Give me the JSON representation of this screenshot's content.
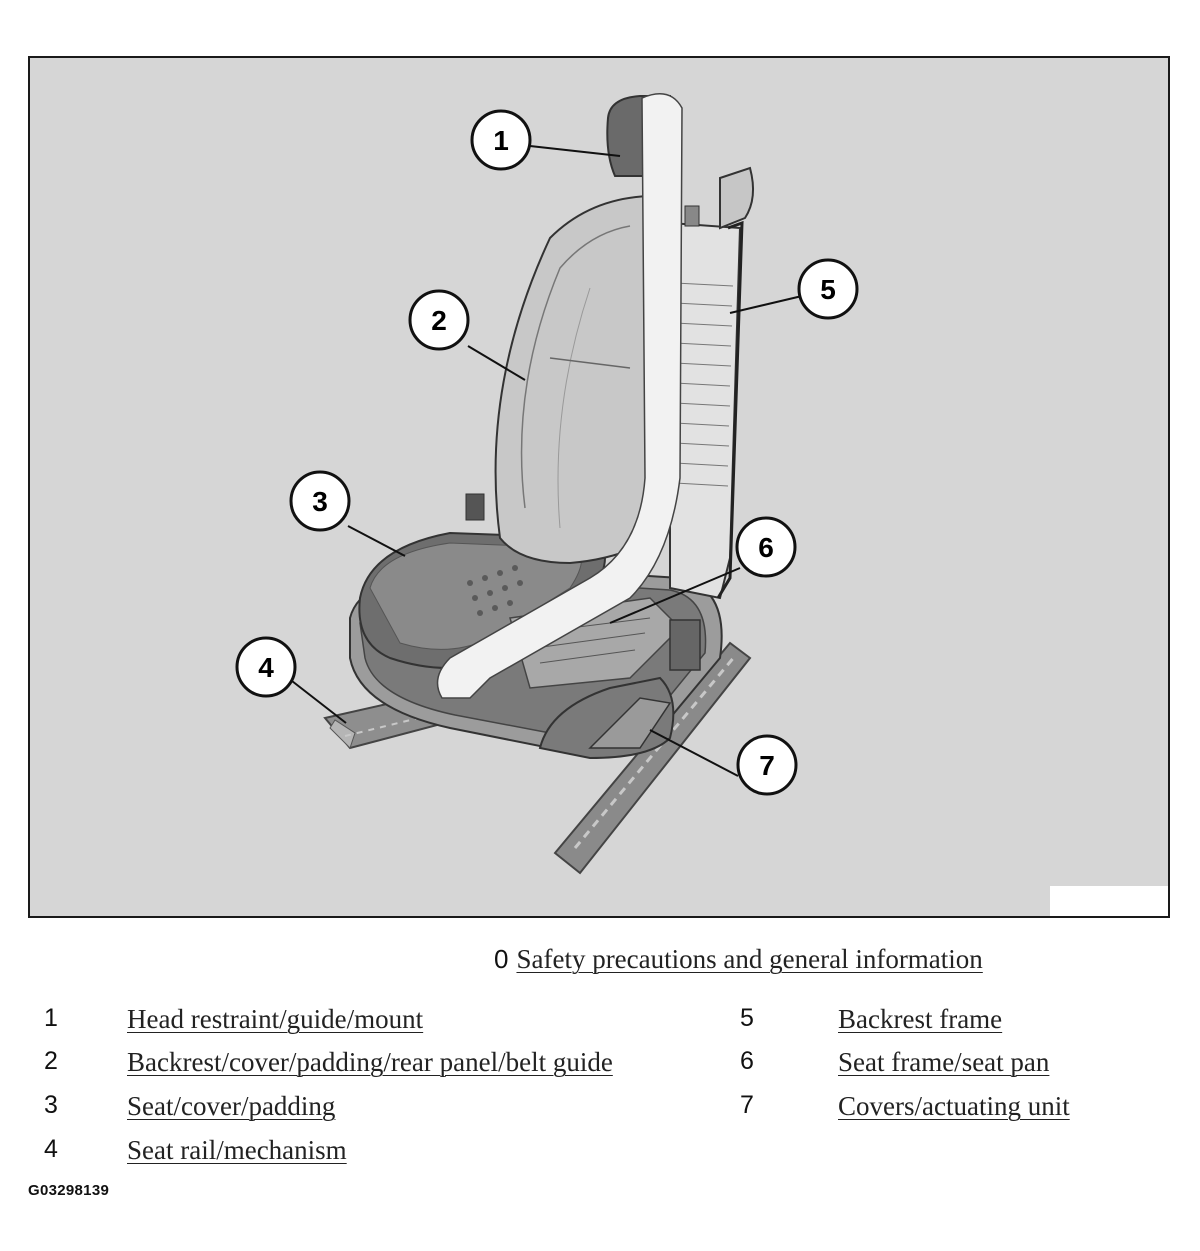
{
  "callouts": [
    "1",
    "2",
    "3",
    "4",
    "5",
    "6",
    "7"
  ],
  "safety": {
    "number": "0",
    "text": "Safety precautions and general information"
  },
  "legend": [
    {
      "number": "1",
      "text": "Head restraint/guide/mount"
    },
    {
      "number": "2",
      "text": "Backrest/cover/padding/rear panel/belt guide"
    },
    {
      "number": "3",
      "text": "Seat/cover/padding"
    },
    {
      "number": "4",
      "text": "Seat rail/mechanism"
    },
    {
      "number": "5",
      "text": "Backrest frame"
    },
    {
      "number": "6",
      "text": "Seat frame/seat pan"
    },
    {
      "number": "7",
      "text": "Covers/actuating unit"
    }
  ],
  "figure_code": "G03298139"
}
